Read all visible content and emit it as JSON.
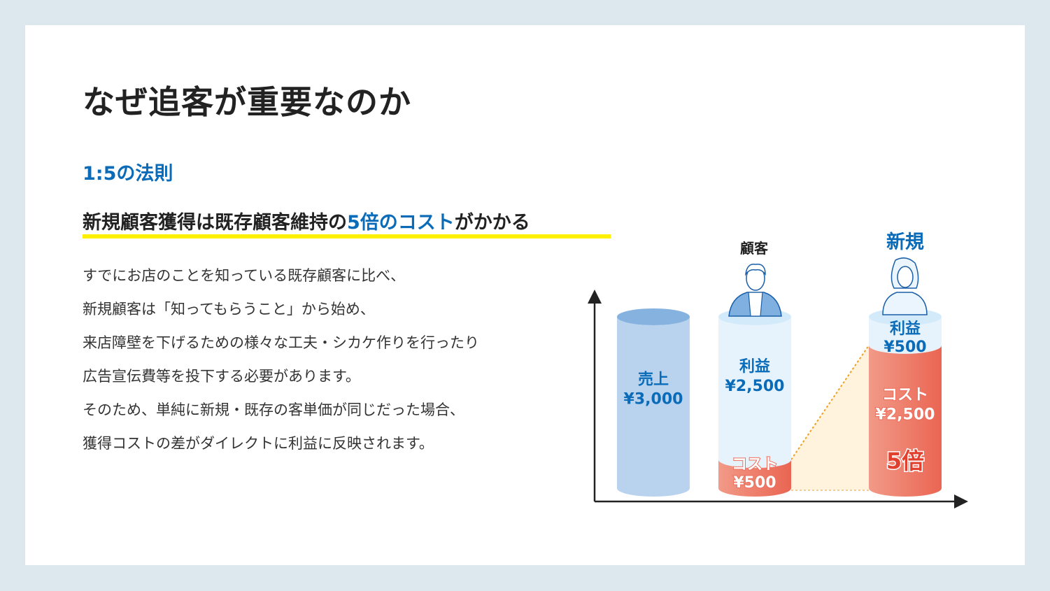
{
  "slide": {
    "title": "なぜ追客が重要なのか",
    "subtitle": "1:5の法則",
    "headline_pre": "新規顧客獲得は既存顧客維持の",
    "headline_highlight": "5倍のコスト",
    "headline_post": "がかかる",
    "body_lines": [
      "すでにお店のことを知っている既存顧客に比べ、",
      "新規顧客は「知ってもらうこと」から始め、",
      "来店障壁を下げるための様々な工夫・シカケ作りを行ったり",
      "広告宣伝費等を投下する必要があります。",
      "そのため、単純に新規・既存の客単価が同じだった場合、",
      "獲得コストの差がダイレクトに利益に反映されます。"
    ]
  },
  "chart_data": {
    "type": "bar",
    "stacked": true,
    "categories": [
      "売上",
      "顧客",
      "新規"
    ],
    "columns": [
      {
        "label": "",
        "segments": [
          {
            "name": "売上",
            "value": 3000,
            "text": "¥3,000"
          }
        ]
      },
      {
        "label": "顧客",
        "segments": [
          {
            "name": "コスト",
            "value": 500,
            "text": "¥500"
          },
          {
            "name": "利益",
            "value": 2500,
            "text": "¥2,500"
          }
        ]
      },
      {
        "label": "新規",
        "segments": [
          {
            "name": "コスト",
            "value": 2500,
            "text": "¥2,500"
          },
          {
            "name": "利益",
            "value": 500,
            "text": "¥500"
          }
        ]
      }
    ],
    "annotation": "5倍",
    "colors": {
      "sales": "#b9d3ef",
      "profit": "#e6f3fc",
      "cost": "#ec6e5c",
      "text_blue": "#0a6bb8"
    }
  }
}
